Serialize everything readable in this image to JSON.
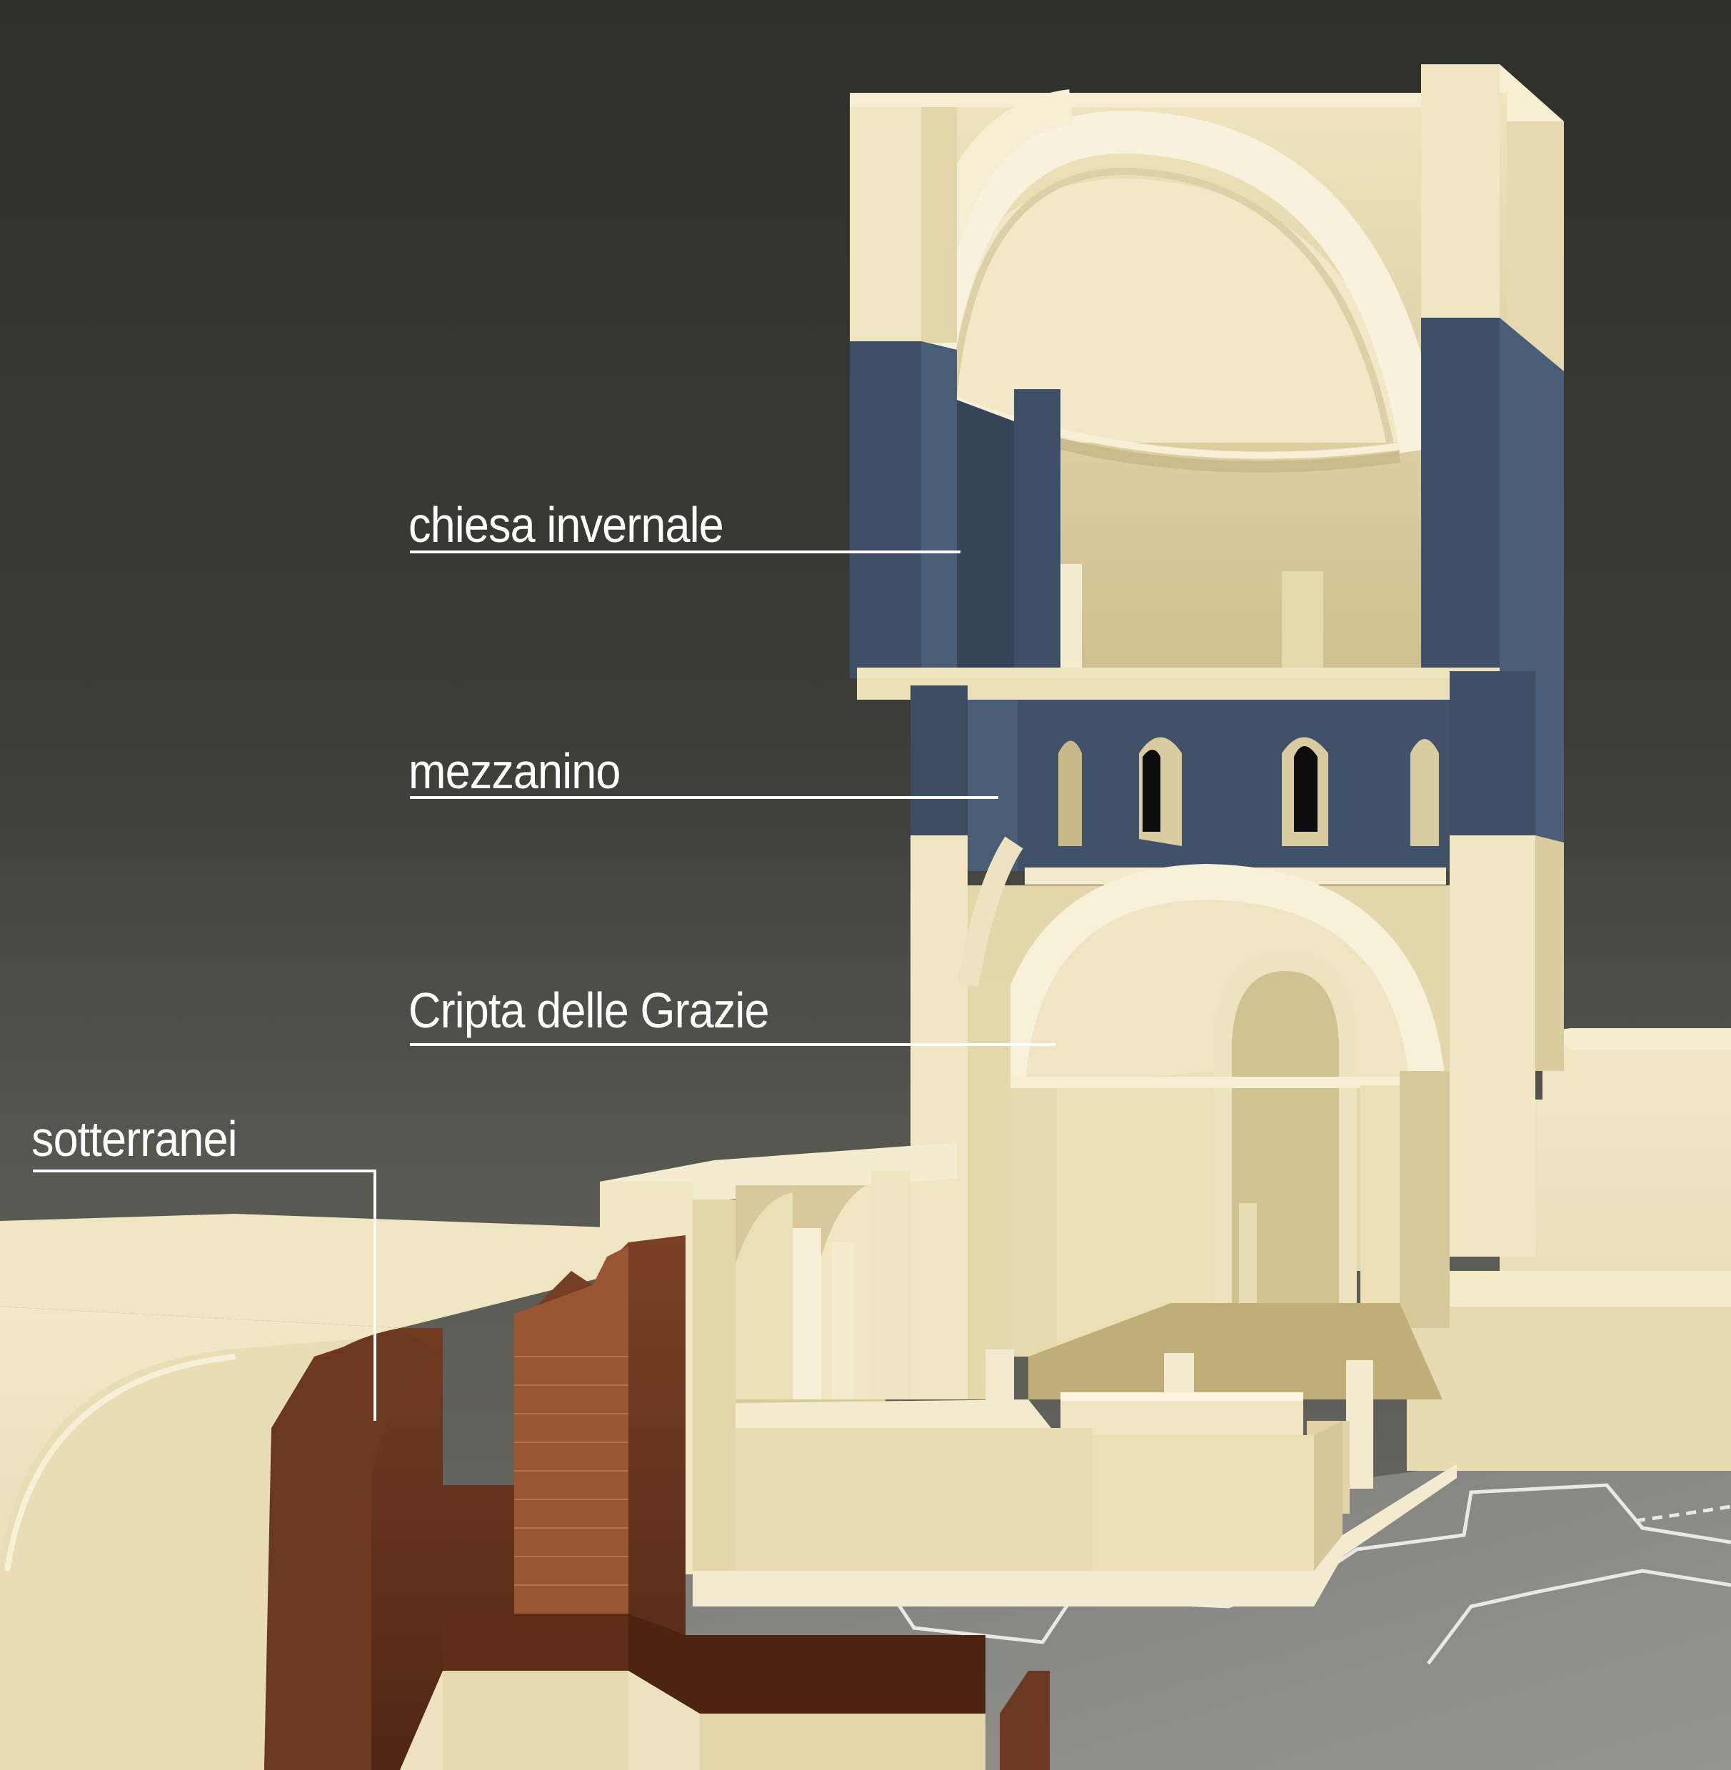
{
  "labels": {
    "chiesa_invernale": "chiesa invernale",
    "mezzanino": "mezzanino",
    "cripta": "Cripta delle Grazie",
    "sotterranei": "sotterranei"
  },
  "colors": {
    "stone": "#ede2bd",
    "stone_shadow": "#d4c69c",
    "slate_blue": "#415268",
    "brown_cut": "#6c3820",
    "ground_grey": "#8a8a86",
    "label_text": "#ffffff"
  }
}
